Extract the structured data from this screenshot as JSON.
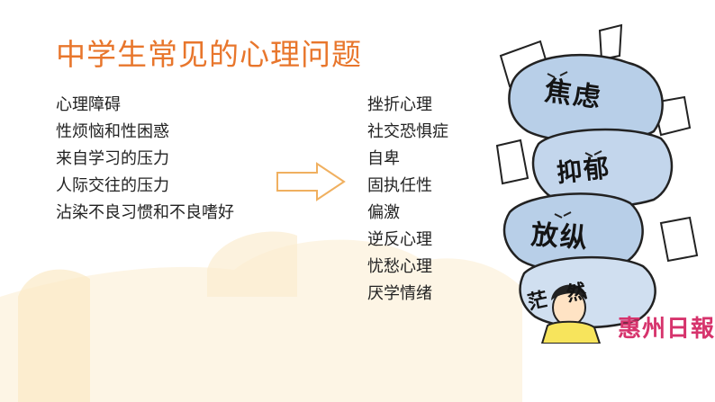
{
  "title": "中学生常见的心理问题",
  "left_list": [
    "心理障碍",
    "性烦恼和性困惑",
    "来自学习的压力",
    "人际交往的压力",
    "沾染不良习惯和不良嗜好"
  ],
  "right_list": [
    "挫折心理",
    "社交恐惧症",
    "自卑",
    "固执任性",
    "偏激",
    "逆反心理",
    "忧愁心理",
    "厌学情绪"
  ],
  "illustration": {
    "labels": [
      "焦虑",
      "抑郁",
      "放纵",
      "茫然"
    ]
  },
  "watermark": "惠州日報",
  "colors": {
    "title": "#e8762c",
    "arrow": "#f0b060",
    "watermark": "#d6336c",
    "stone": "#b8cfe8"
  }
}
